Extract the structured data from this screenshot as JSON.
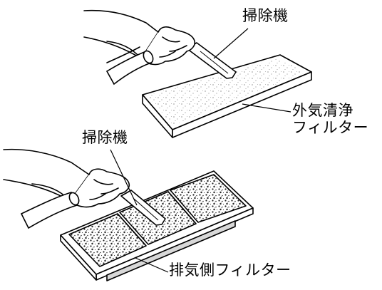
{
  "labels": {
    "vacuum_top": "掃除機",
    "outdoor_filter_line1": "外気清浄",
    "outdoor_filter_line2": "フィルター",
    "vacuum_bottom": "掃除機",
    "exhaust_filter": "排気側フィルター"
  },
  "colors": {
    "line": "#000000",
    "paper": "#ffffff",
    "speckle": "#555555",
    "frame_shade": "#d8d8d8"
  }
}
